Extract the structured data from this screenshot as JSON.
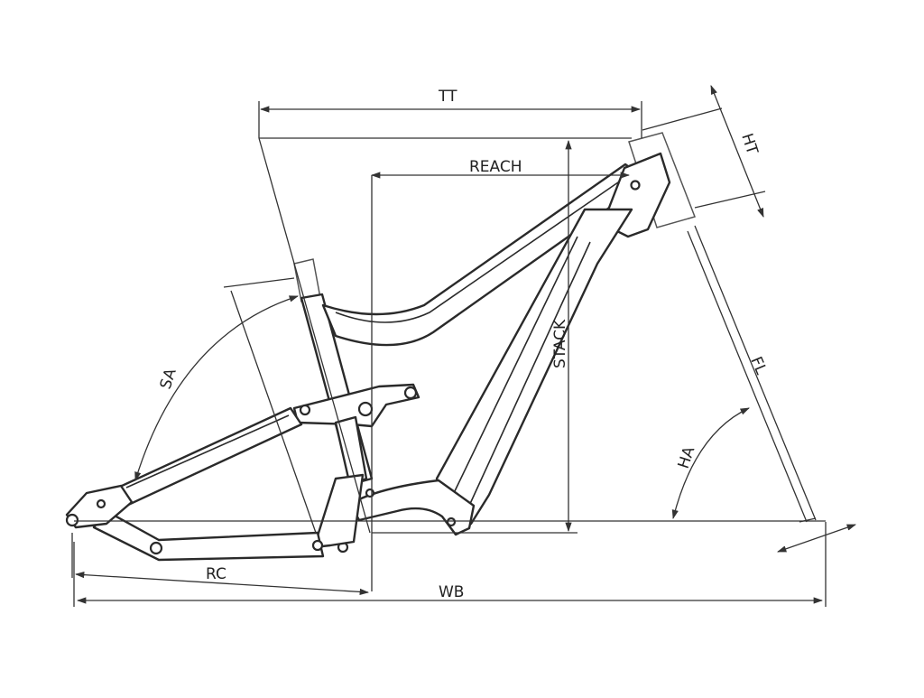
{
  "labels": {
    "tt": "TT",
    "ht": "HT",
    "reach": "REACH",
    "stack": "STACK",
    "sa": "SA",
    "fl": "FL",
    "ha": "HA",
    "rc": "RC",
    "wb": "WB"
  },
  "colors": {
    "line": "#2a2a2a",
    "background": "#ffffff"
  }
}
